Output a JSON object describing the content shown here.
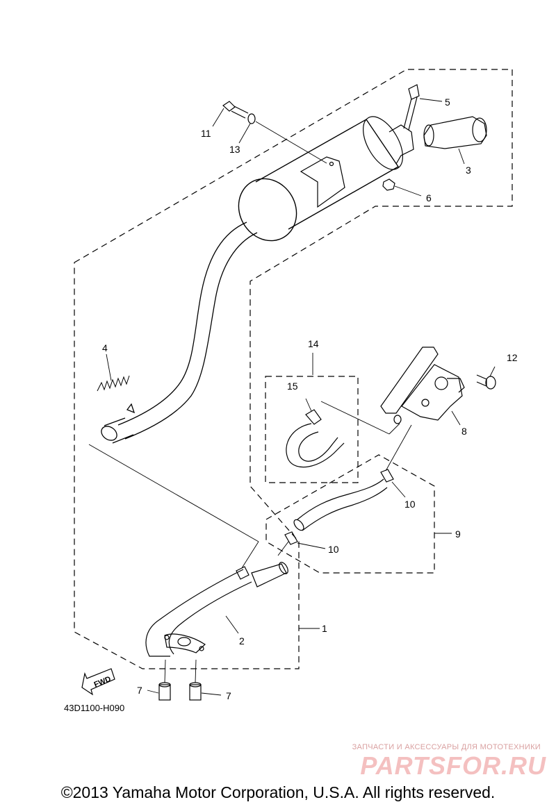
{
  "callouts": {
    "c1": "1",
    "c2": "2",
    "c3": "3",
    "c4": "4",
    "c5": "5",
    "c6": "6",
    "c7a": "7",
    "c7b": "7",
    "c8": "8",
    "c9": "9",
    "c10a": "10",
    "c10b": "10",
    "c11": "11",
    "c12": "12",
    "c13": "13",
    "c14": "14",
    "c15": "15"
  },
  "fwd_label": "FWD",
  "diagram_code": "43D1100-H090",
  "watermark": {
    "tagline": "ЗАПЧАСТИ И АКСЕССУАРЫ ДЛЯ МОТОТЕХНИКИ",
    "logo": "PARTSFOR.RU"
  },
  "copyright": "©2013 Yamaha Motor Corporation, U.S.A. All rights reserved.",
  "colors": {
    "line": "#000000",
    "watermark": "#f4c0c0"
  }
}
